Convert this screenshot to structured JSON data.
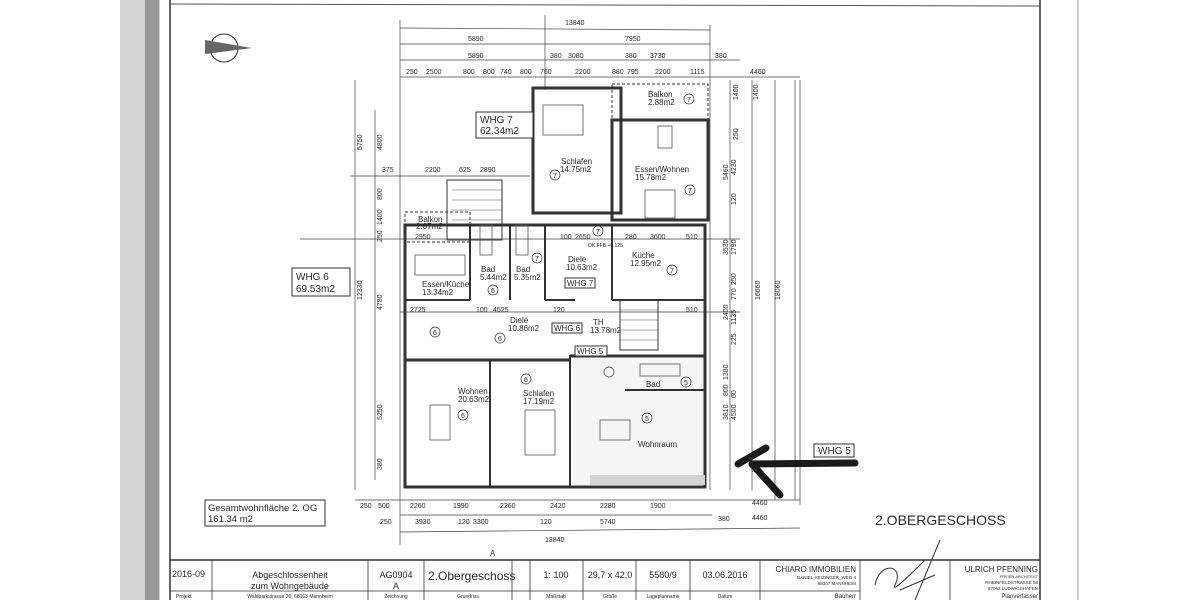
{
  "drawing": {
    "plan_title": "2.OBERGESCHOSS",
    "total_area_label": "Gesamtwohnfläche 2. OG",
    "total_area_value": "161.34 m2",
    "section_marker": "A",
    "units": [
      {
        "label": "WHG 7",
        "area": "62.34m2"
      },
      {
        "label": "WHG 6",
        "area": "69.53m2"
      },
      {
        "label": "WHG 5",
        "area": ""
      }
    ],
    "rooms": [
      {
        "name": "Schlafen",
        "area": "14.75m2",
        "unit": "7"
      },
      {
        "name": "Essen/Wohnen",
        "area": "15.78m2",
        "unit": "7"
      },
      {
        "name": "Balkon",
        "area": "2.88m2",
        "unit": "7"
      },
      {
        "name": "Diele",
        "area": "10.63m2",
        "unit": "7"
      },
      {
        "name": "Küche",
        "area": "12.95m2",
        "unit": "7"
      },
      {
        "name": "Bad",
        "area": "5.35m2",
        "unit": "7"
      },
      {
        "name": "Balkon",
        "area": "2.07m2",
        "unit": "6"
      },
      {
        "name": "Bad",
        "area": "5.44m2",
        "unit": "6"
      },
      {
        "name": "Essen/Küche",
        "area": "13.34m2",
        "unit": "6"
      },
      {
        "name": "Diele",
        "area": "10.86m2",
        "unit": "6"
      },
      {
        "name": "Wohnen",
        "area": "20.63m2",
        "unit": "6"
      },
      {
        "name": "Schlafen",
        "area": "17.19m2",
        "unit": "6"
      },
      {
        "name": "TH",
        "area": "13.78m2",
        "unit": ""
      },
      {
        "name": "Bad",
        "area": "",
        "unit": "5"
      },
      {
        "name": "Wohnraum",
        "area": "",
        "unit": "5"
      }
    ],
    "tags": [
      "WHG 7",
      "WHG 6",
      "WHG 5"
    ],
    "level_mark": "OK.FFB +6.125",
    "dims_top": [
      "13840",
      "5890",
      "7950",
      "5890",
      "380",
      "3080",
      "380",
      "3730",
      "380",
      "250",
      "2500",
      "800",
      "800",
      "740",
      "800",
      "760",
      "2200",
      "880",
      "795",
      "2200",
      "1115",
      "4460"
    ],
    "dims_bottom": [
      "250",
      "500",
      "2260",
      "1990",
      "2260",
      "2420",
      "2280",
      "1900",
      "4460",
      "250",
      "3930",
      "120",
      "3300",
      "120",
      "5740",
      "380",
      "13840",
      "4460"
    ],
    "dims_right": [
      "1400",
      "1400",
      "250",
      "4230",
      "5460",
      "120",
      "3530",
      "1790",
      "250",
      "770",
      "2400",
      "1135",
      "225",
      "1380",
      "800",
      "60",
      "3810",
      "4500",
      "16660",
      "18060"
    ],
    "dims_left": [
      "5750",
      "4800",
      "12330",
      "4780",
      "5250",
      "380",
      "250",
      "1400",
      "800"
    ],
    "dims_inner": [
      "375",
      "2200",
      "625",
      "2890",
      "2950",
      "100",
      "2650",
      "280",
      "3600",
      "510",
      "2725",
      "100",
      "4525",
      "120",
      "510"
    ]
  },
  "title_block": {
    "project_no": "2016-09",
    "project_label": "Projekt",
    "description_line1": "Abgeschlossenheit",
    "description_line2": "zum Wohngebäude",
    "address": "Waldparkstrasse 26, 68163 Mannheim",
    "drawing_no": "AG0904",
    "revision": "A",
    "drawing_label": "Zeichnung",
    "floor": "2.Obergeschoss",
    "floor_label": "Grundriss",
    "scale": "1: 100",
    "scale_label": "Maßstab",
    "format": "29,7 x 42,0",
    "format_label": "Größe",
    "plot_no": "5580/9",
    "plot_label": "Lageplanname",
    "date": "03.06.2016",
    "date_label": "Datum",
    "client_name": "CHIARO IMMOBILIEN",
    "client_address1": "DANIEL-SEIZINGER_WEG 4",
    "client_address2": "68307 MANNHEIM",
    "client_label": "Bauherr",
    "architect_name": "ULRICH PFENNING",
    "architect_title": "FREIER ARCHITEKT",
    "architect_address1": "RHEINFELDSTRASSE 58",
    "architect_address2": "67063 LUDWIGSHAFEN",
    "architect_label": "Planverfasser"
  },
  "colors": {
    "ink": "#2a2a2a",
    "binding": "#8a8a8a",
    "paper": "#ffffff",
    "arrow": "#1a1a1a"
  }
}
